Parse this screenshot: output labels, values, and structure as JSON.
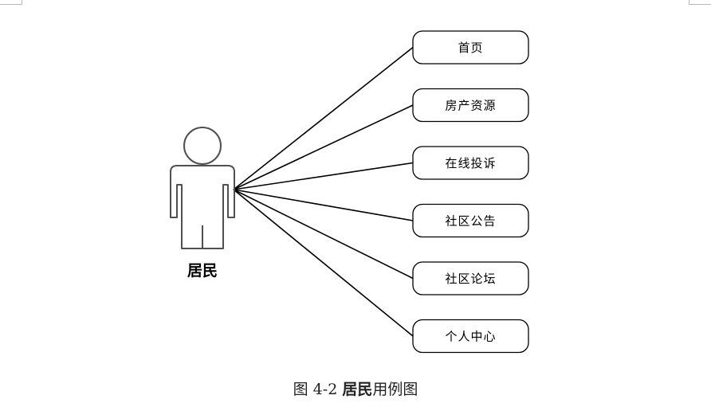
{
  "actor": {
    "label": "居民"
  },
  "use_cases": [
    {
      "label": "首页"
    },
    {
      "label": "房产资源"
    },
    {
      "label": "在线投诉"
    },
    {
      "label": "社区公告"
    },
    {
      "label": "社区论坛"
    },
    {
      "label": "个人中心"
    }
  ],
  "caption": {
    "prefix": "图 4-2 ",
    "bold": "居民",
    "suffix": "用例图"
  },
  "colors": {
    "stroke": "#000000",
    "actor_stroke": "#505050"
  }
}
